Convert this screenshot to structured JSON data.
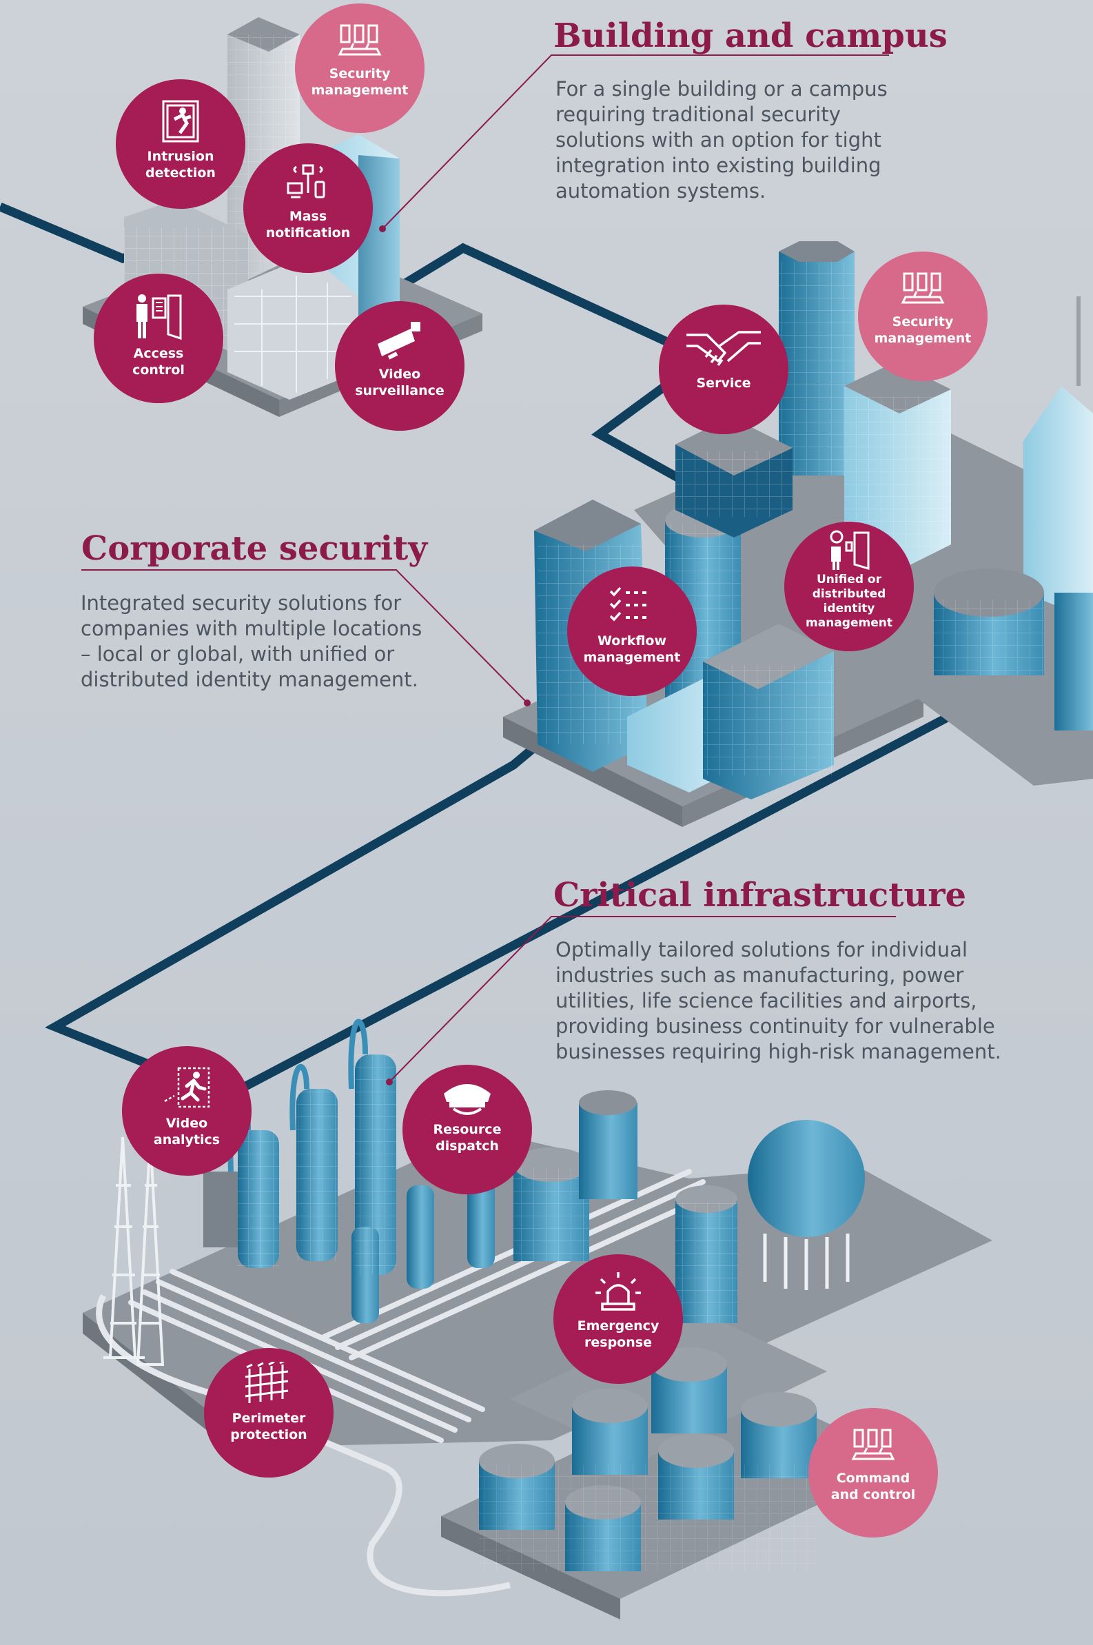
{
  "sections": [
    {
      "title": "Building and campus",
      "description": [
        "For a single building or a campus",
        "requiring traditional security",
        "solutions with an option for tight",
        "integration into existing building",
        "automation systems."
      ]
    },
    {
      "title": "Corporate security",
      "description": [
        "Integrated security solutions for",
        "companies with multiple locations",
        "– local or global, with unified or",
        "distributed identity management."
      ]
    },
    {
      "title": "Critical infrastructure",
      "description": [
        "Optimally tailored solutions for individual",
        "industries such as manufacturing, power",
        "utilities, life science facilities and airports,",
        "providing business continuity for vulnerable",
        "businesses requiring high-risk management."
      ]
    }
  ],
  "badges": {
    "security_management_1": {
      "label": "Security\nmanagement",
      "icon": "control-room-icon"
    },
    "intrusion_detection": {
      "label": "Intrusion\ndetection",
      "icon": "intruder-icon"
    },
    "mass_notification": {
      "label": "Mass\nnotification",
      "icon": "notification-icon"
    },
    "access_control": {
      "label": "Access\ncontrol",
      "icon": "access-door-icon"
    },
    "video_surveillance": {
      "label": "Video\nsurveillance",
      "icon": "camera-icon"
    },
    "service": {
      "label": "Service",
      "icon": "handshake-icon"
    },
    "security_management_2": {
      "label": "Security\nmanagement",
      "icon": "control-room-icon"
    },
    "unified_identity": {
      "label": "Unified or\ndistributed identity\nmanagement",
      "icon": "identity-icon"
    },
    "workflow_management": {
      "label": "Workflow\nmanagement",
      "icon": "checklist-icon"
    },
    "video_analytics": {
      "label": "Video\nanalytics",
      "icon": "running-person-icon"
    },
    "resource_dispatch": {
      "label": "Resource\ndispatch",
      "icon": "guard-cap-icon"
    },
    "emergency_response": {
      "label": "Emergency\nresponse",
      "icon": "siren-icon"
    },
    "perimeter_protection": {
      "label": "Perimeter\nprotection",
      "icon": "fence-icon"
    },
    "command_and_control": {
      "label": "Command\nand control",
      "icon": "control-room-icon"
    }
  },
  "colors": {
    "accent": "#8c1b4b",
    "badge_dark": "#a61d56",
    "badge_light": "#d76a8b",
    "connector_line": "#0f3f5c",
    "background": "#c9ced5",
    "body_text": "#4c5560"
  }
}
